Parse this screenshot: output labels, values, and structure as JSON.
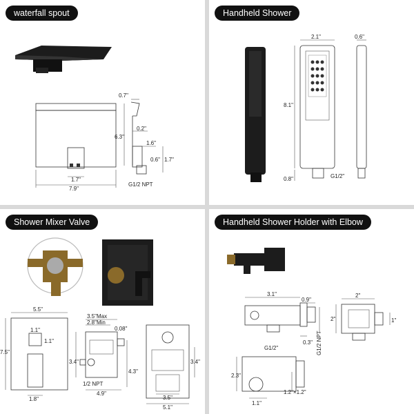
{
  "panels": {
    "spout": {
      "title": "waterfall spout",
      "dims": {
        "d07": "0.7\"",
        "d63": "6.3\"",
        "d02": "0.2\"",
        "d16": "1.6\"",
        "d06": "0.6\"",
        "d17v": "1.7\"",
        "d17h": "1.7\"",
        "d79": "7.9\"",
        "npt": "G1/2 NPT"
      }
    },
    "handheld": {
      "title": "Handheld Shower",
      "dims": {
        "d21": "2.1\"",
        "d06": "0.6\"",
        "d81": "8.1\"",
        "d08": "0.8\"",
        "g12": "G1/2\""
      }
    },
    "mixer": {
      "title": "Shower Mixer Valve",
      "dims": {
        "d55": "5.5\"",
        "d75": "7.5\"",
        "d11a": "1.1\"",
        "d11b": "1.1\"",
        "d18": "1.8\"",
        "d35max": "3.5\"Max",
        "d28min": "2.8\"Min",
        "d008": "0.08\"",
        "d34a": "3.4\"",
        "npt": "1/2 NPT",
        "d49": "4.9\"",
        "d43": "4.3\"",
        "d34b": "3.4\"",
        "d35": "3.5\"",
        "d51": "5.1\""
      }
    },
    "holder": {
      "title": "Handheld Shower Holder with Elbow",
      "dims": {
        "d31": "3.1\"",
        "d09": "0.9\"",
        "g12npt": "G1/2 NPT",
        "d03": "0.3\"",
        "g12": "G1/2\"",
        "d2w": "2\"",
        "d2h": "2\"",
        "d1a": "1\"",
        "d23": "2.3\"",
        "d11": "1.1\"",
        "d12": "1.2\"×1.2\""
      }
    }
  },
  "colors": {
    "pill_bg": "#111111",
    "pill_text": "#ffffff",
    "divider": "#d9d9d9",
    "product": "#1c1c1c"
  }
}
